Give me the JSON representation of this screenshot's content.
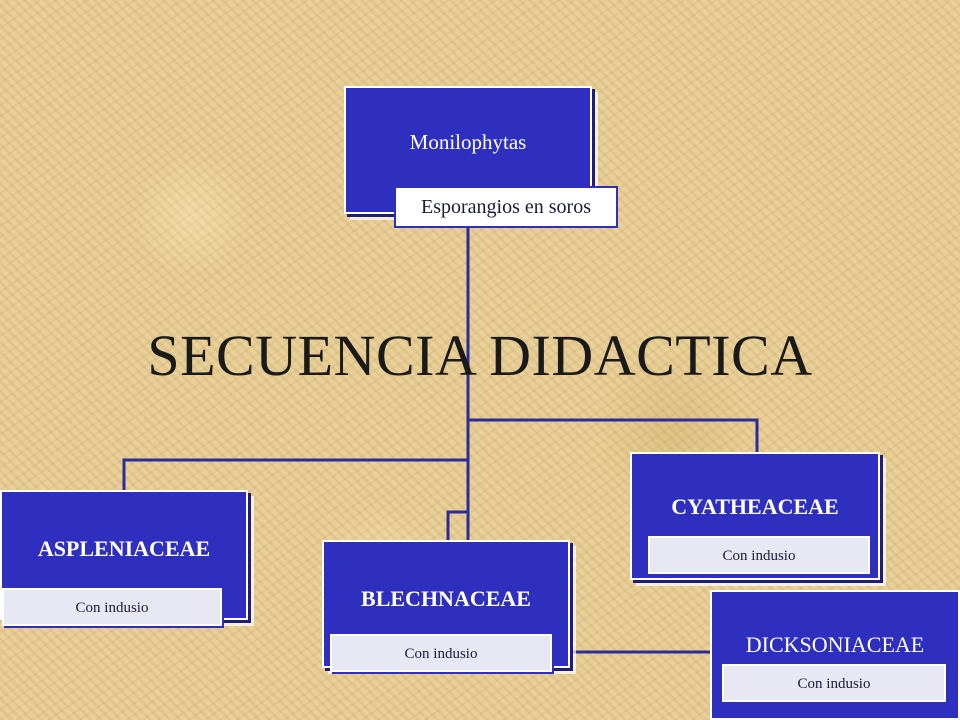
{
  "slide": {
    "title": "SECUENCIA DIDACTICA"
  },
  "nodes": {
    "root": {
      "label": "Monilophytas",
      "sub": "Esporangios en soros"
    },
    "aspleniaceae": {
      "label": "ASPLENIACEAE",
      "sub": "Con indusio"
    },
    "blechnaceae": {
      "label": "BLECHNACEAE",
      "sub": "Con indusio"
    },
    "cyatheaceae": {
      "label": "CYATHEACEAE",
      "sub": "Con indusio"
    },
    "dicksoniaceae": {
      "label": "DICKSONIACEAE",
      "sub": "Con indusio"
    }
  },
  "colors": {
    "background": "#e4c98f",
    "node_fill": "#2f2fbf",
    "connector": "#2b2b9a",
    "title_text": "#1a1a1a"
  }
}
